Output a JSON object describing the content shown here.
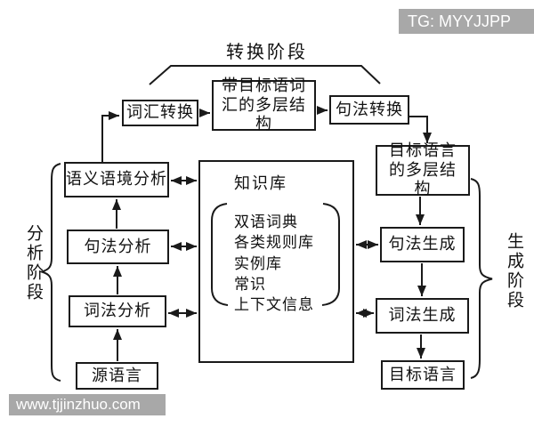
{
  "watermarks": {
    "top_right": "TG: MYYJJPP",
    "bottom_left": "www.tjjinzhuo.com"
  },
  "colors": {
    "line": "#1a1a1a",
    "watermark_bg": "#a8a8a8",
    "watermark_text": "#ffffff",
    "background": "#ffffff"
  },
  "stage_labels": {
    "transfer": "转换阶段",
    "analysis": "分析阶段",
    "generation": "生成阶段"
  },
  "boxes": {
    "lexical_transfer": "词汇转换",
    "target_vocab_structure": "带目标语词汇的多层结构",
    "syntactic_transfer": "句法转换",
    "semantic_context_analysis": "语义语境分析",
    "target_lang_structure": "目标语言的多层结构",
    "syntactic_analysis": "句法分析",
    "syntactic_generation": "句法生成",
    "lexical_analysis": "词法分析",
    "lexical_generation": "词法生成",
    "source_language": "源语言",
    "target_language": "目标语言"
  },
  "knowledge_base": {
    "title": "知识库",
    "items": [
      "双语词典",
      "各类规则库",
      "实例库",
      "常识",
      "上下文信息"
    ]
  }
}
